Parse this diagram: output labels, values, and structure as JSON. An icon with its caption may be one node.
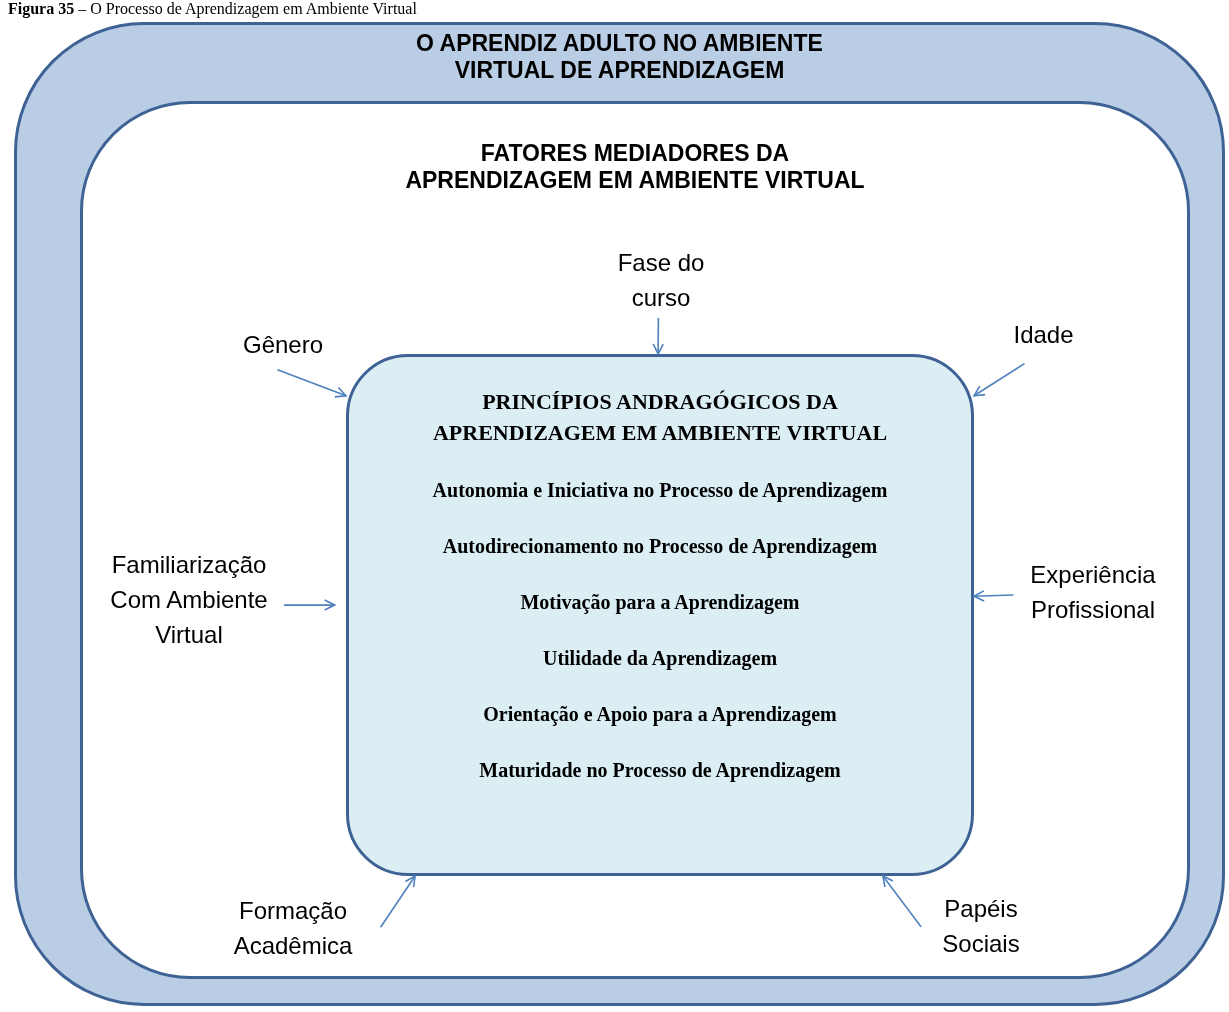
{
  "diagram": {
    "title": "**Figura 35** – O Processo de Aprendizagem em Ambiente Virtual",
    "nodes": [
      {
        "text": [
          "O APRENDIZ ADULTO NO AMBIENTE VIRTUAL DE APRENDIZAGEM"
        ]
      },
      {
        "text": [
          "FATORES MEDIADORES DA APRENDIZAGEM EM AMBIENTE VIRTUAL"
        ],
        "in": 0
      },
      {
        "text": [
          "PRINCÍPIOS ANDRAGÓGICOS DA APRENDIZAGEM EM AMBIENTE VIRTUAL",
          "Autonomia e Iniciativa no Processo de Aprendizagem",
          "Autodirecionamento no Processo de Aprendizagem",
          "Motivação para a Aprendizagem",
          "Utilidade da Aprendizagem",
          "Orientação e Apoio para a Aprendizagem",
          "Maturidade no Processo de Aprendizagem"
        ],
        "in": 1
      },
      {
        "text": [
          "Fase do curso"
        ],
        "in": 1
      },
      {
        "text": [
          "Gênero"
        ],
        "in": 1
      },
      {
        "text": [
          "Idade"
        ],
        "in": 1
      },
      {
        "text": [
          "Familiarização Com Ambiente Virtual"
        ],
        "in": 1
      },
      {
        "text": [
          "Experiência Profissional"
        ],
        "in": 1
      },
      {
        "text": [
          "Formação Acadêmica"
        ],
        "in": 1
      },
      {
        "text": [
          "Papéis Sociais"
        ],
        "in": 1
      }
    ],
    "edges": [
      {
        "from": 3,
        "to": 2,
        "arrow": "to"
      },
      {
        "from": 4,
        "to": 2,
        "arrow": "to"
      },
      {
        "from": 5,
        "to": 2,
        "arrow": "to"
      },
      {
        "from": 6,
        "to": 2,
        "arrow": "to"
      },
      {
        "from": 7,
        "to": 2,
        "arrow": "to"
      },
      {
        "from": 8,
        "to": 2,
        "arrow": "to"
      },
      {
        "from": 9,
        "to": 2,
        "arrow": "to"
      }
    ]
  }
}
